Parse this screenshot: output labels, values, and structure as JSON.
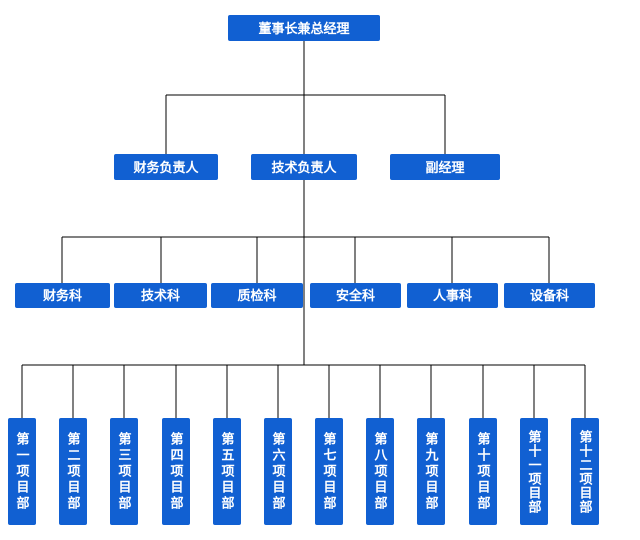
{
  "chart": {
    "type": "org-chart",
    "box_color": "#1160d2",
    "text_color": "#ffffff",
    "line_color": "#000000",
    "root": {
      "label": "董事长兼总经理"
    },
    "level2": [
      {
        "label": "财务负责人"
      },
      {
        "label": "技术负责人"
      },
      {
        "label": "副经理"
      }
    ],
    "level3": [
      {
        "label": "财务科"
      },
      {
        "label": "技术科"
      },
      {
        "label": "质检科"
      },
      {
        "label": "安全科"
      },
      {
        "label": "人事科"
      },
      {
        "label": "设备科"
      }
    ],
    "level4": [
      {
        "label": "第一项目部"
      },
      {
        "label": "第二项目部"
      },
      {
        "label": "第三项目部"
      },
      {
        "label": "第四项目部"
      },
      {
        "label": "第五项目部"
      },
      {
        "label": "第六项目部"
      },
      {
        "label": "第七项目部"
      },
      {
        "label": "第八项目部"
      },
      {
        "label": "第九项目部"
      },
      {
        "label": "第十项目部"
      },
      {
        "label": "第十一项目部"
      },
      {
        "label": "第十二项目部"
      }
    ]
  }
}
